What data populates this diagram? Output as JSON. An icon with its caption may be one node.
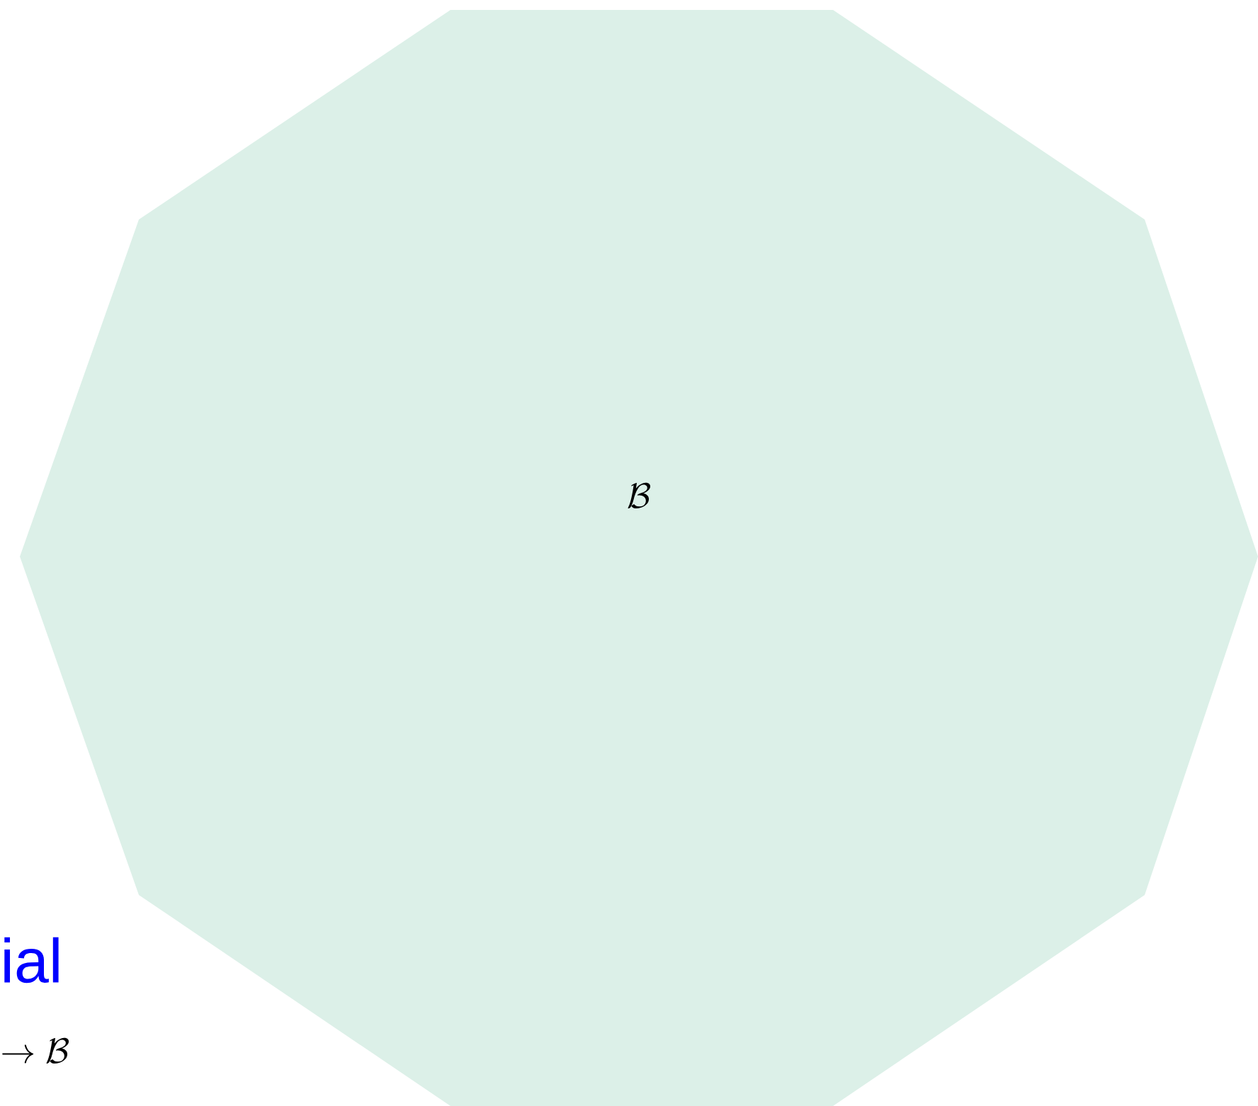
{
  "diagram": {
    "nodes": [
      {
        "text": [
          "\\mathcal{B}"
        ]
      }
    ],
    "labels": [
      "ial",
      "\\to \\mathcal{B}"
    ]
  }
}
